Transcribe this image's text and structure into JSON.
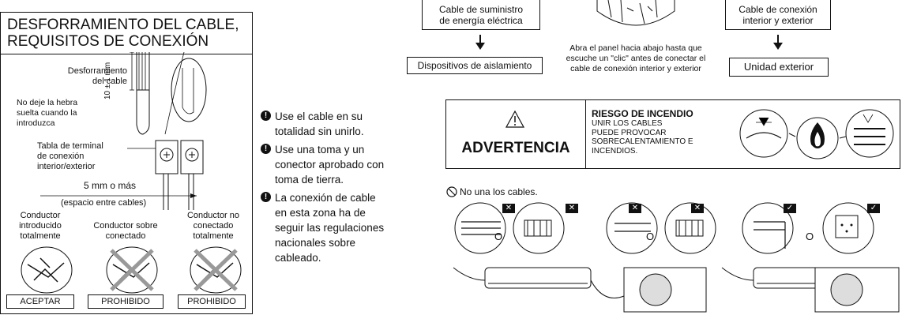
{
  "left_panel": {
    "title_line1": "DESFORRAMIENTO DEL CABLE,",
    "title_line2": "REQUISITOS DE CONEXIÓN",
    "strip_label_line1": "Desforramiento",
    "strip_label_line2": "del cable",
    "dimension_label": "10 ± 1 mm",
    "strand_note_line1": "No deje la hebra",
    "strand_note_line2": "suelta cuando la",
    "strand_note_line3": "introduzca",
    "terminal_line1": "Tabla de terminal",
    "terminal_line2": "de conexión",
    "terminal_line3": "interior/exterior",
    "spacing_label": "5 mm o más",
    "spacing_note": "(espacio entre cables)",
    "col1_line1": "Conductor",
    "col1_line2": "introducido",
    "col1_line3": "totalmente",
    "col2_line1": "Conductor sobre",
    "col2_line2": "conectado",
    "col3_line1": "Conductor no",
    "col3_line2": "conectado",
    "col3_line3": "totalmente",
    "verdict1": "ACEPTAR",
    "verdict2": "PROHIBIDO",
    "verdict3": "PROHIBIDO"
  },
  "bullets": [
    {
      "line1": "Use el cable en su",
      "line2": "totalidad sin unirlo.",
      "line3": "",
      "line4": "",
      "line5": ""
    },
    {
      "line1": "Use una toma y un",
      "line2": "conector aprobado con",
      "line3": "toma de tierra.",
      "line4": "",
      "line5": ""
    },
    {
      "line1": "La conexión de cable",
      "line2": "en esta zona ha de",
      "line3": "seguir las regulaciones",
      "line4": "nacionales sobre",
      "line5": "cableado."
    }
  ],
  "top_flow": {
    "supply_line1": "Cable de suministro",
    "supply_line2": "de energía eléctrica",
    "isolation": "Dispositivos de aislamiento",
    "panel_note_line1": "Abra el panel hacia abajo hasta que",
    "panel_note_line2": "escuche un \"clic\" antes de conectar el",
    "panel_note_line3": "cable de conexión interior y exterior",
    "conn_line1": "Cable de conexión",
    "conn_line2": "interior y exterior",
    "outdoor_unit": "Unidad exterior"
  },
  "warning": {
    "label": "ADVERTENCIA",
    "heading": "RIESGO DE INCENDIO",
    "line1": "UNIR LOS CABLES",
    "line2": "PUEDE PROVOCAR",
    "line3": "SOBRECALENTAMIENTO E",
    "line4": "INCENDIOS."
  },
  "bottom": {
    "no_join": "No una los cables.",
    "or1": "O",
    "or2": "O",
    "or3": "O"
  }
}
